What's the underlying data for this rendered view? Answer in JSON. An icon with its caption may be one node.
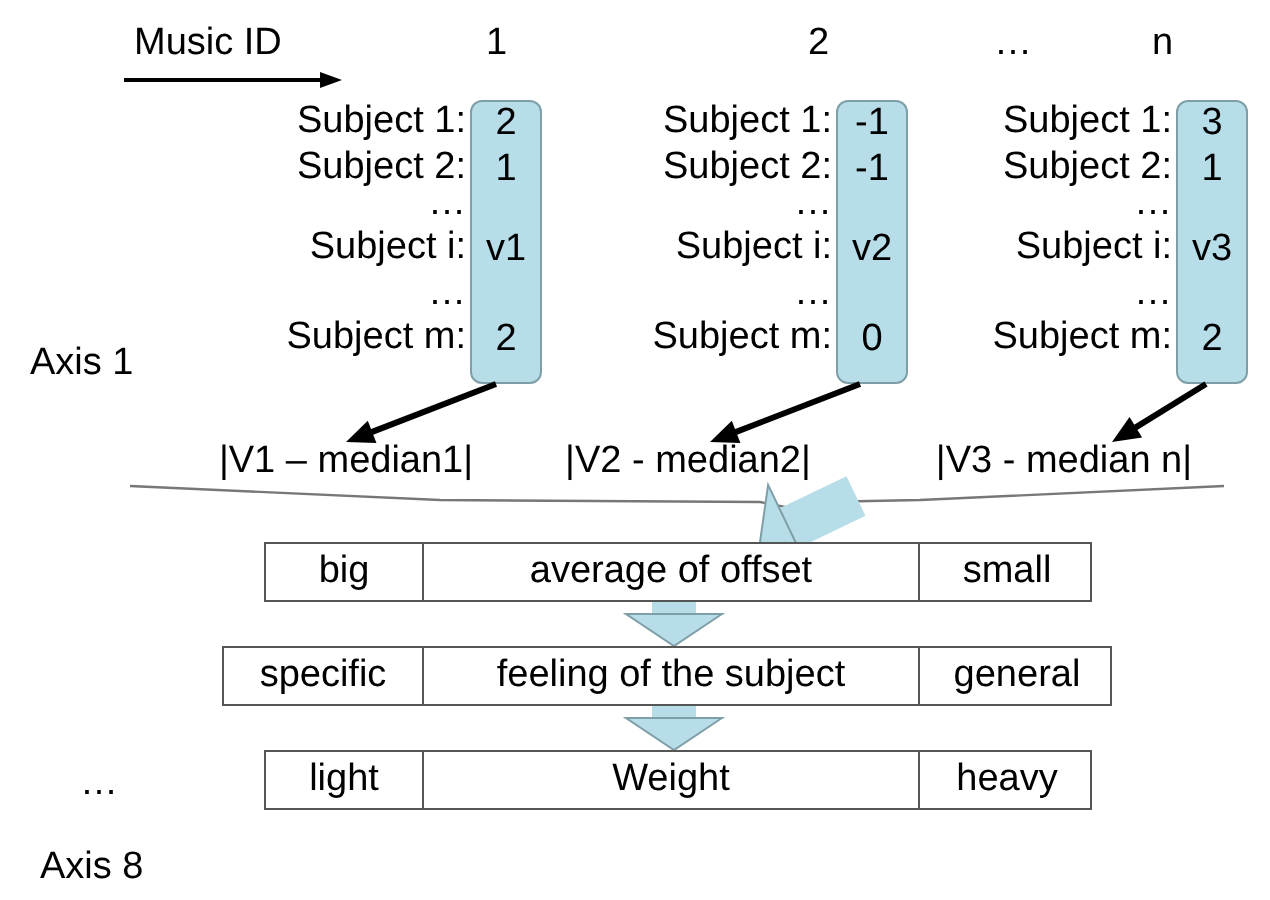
{
  "diagram": {
    "nodes": [
      {
        "text": [
          "2",
          "1",
          "v1",
          "2"
        ],
        "beside": [
          "Subject 1:",
          "Subject 2:",
          "…",
          "Subject i:",
          "…",
          "Subject m:"
        ]
      },
      {
        "text": [
          "-1",
          "-1",
          "v2",
          "0"
        ],
        "beside": [
          "Subject 1:",
          "Subject 2:",
          "…",
          "Subject i:",
          "…",
          "Subject m:"
        ]
      },
      {
        "text": [
          "3",
          "1",
          "v3",
          "2"
        ],
        "beside": [
          "Subject 1:",
          "Subject 2:",
          "…",
          "Subject i:",
          "…",
          "Subject m:"
        ]
      },
      {
        "text": [
          "|V1 – median1|"
        ]
      },
      {
        "text": [
          "|V2 - median2|"
        ]
      },
      {
        "text": [
          "|V3 - median n|"
        ]
      },
      {
        "text": [
          "big",
          "average of offset",
          "small"
        ]
      },
      {
        "text": [
          "specific",
          "feeling of the subject",
          "general"
        ]
      },
      {
        "text": [
          "light",
          "Weight",
          "heavy"
        ]
      }
    ],
    "edges": [
      {
        "from": 0,
        "to": 3,
        "arrow": "to"
      },
      {
        "from": 1,
        "to": 4,
        "arrow": "to"
      },
      {
        "from": 2,
        "to": 5,
        "arrow": "to"
      },
      {
        "from": null,
        "to": 6,
        "arrow": "to",
        "style": "thick",
        "color": "#b7dde8"
      },
      {
        "from": 6,
        "to": 7,
        "arrow": "to",
        "style": "thick",
        "color": "#b7dde8"
      },
      {
        "from": 7,
        "to": 8,
        "arrow": "to",
        "style": "thick",
        "color": "#b7dde8"
      }
    ],
    "labels": [
      "Music ID",
      "1",
      "2",
      "…",
      "n",
      "Axis 1",
      "…",
      "Axis 8"
    ]
  }
}
